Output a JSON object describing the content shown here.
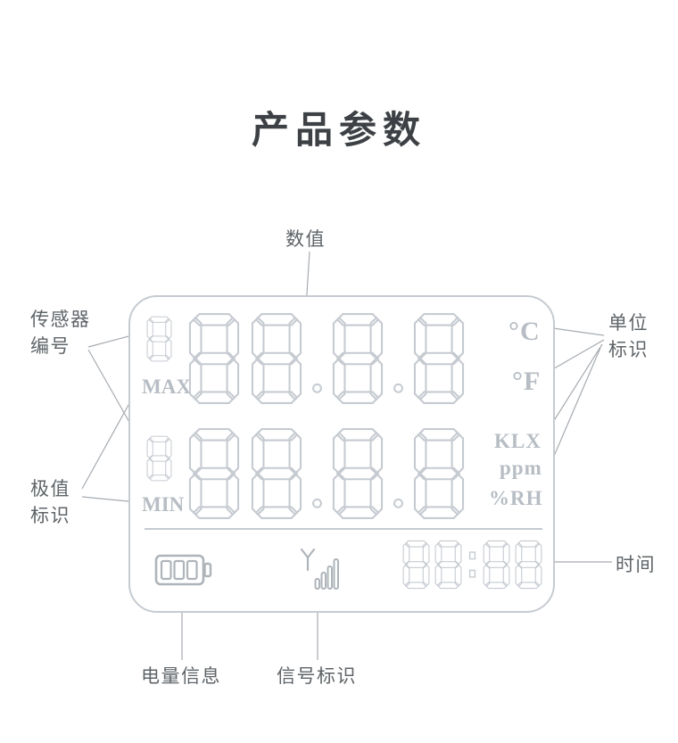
{
  "page": {
    "title": "产品参数"
  },
  "annotations": {
    "value": "数值",
    "sensor_number": [
      "传感器",
      "编号"
    ],
    "extreme": [
      "极值",
      "标识"
    ],
    "units": [
      "单位",
      "标识"
    ],
    "time": "时间",
    "battery": "电量信息",
    "signal": "信号标识"
  },
  "lcd": {
    "sensor_digit": "8",
    "row1": {
      "value": "88.8.8",
      "tag": "MAX",
      "units": [
        "°C",
        "°F"
      ]
    },
    "row2": {
      "value": "88.8.8",
      "tag": "MIN",
      "units": [
        "KLX",
        "ppm",
        "%RH"
      ]
    },
    "time_value": "88:88"
  },
  "icons": {
    "battery": "battery-icon",
    "signal": "signal-icon"
  },
  "colors": {
    "lcd_line": "#c6cbd1",
    "icon_line": "#aeb4ba",
    "label_text": "#5f6468",
    "title_text": "#3d4145",
    "leader_line": "#a6abb0"
  }
}
